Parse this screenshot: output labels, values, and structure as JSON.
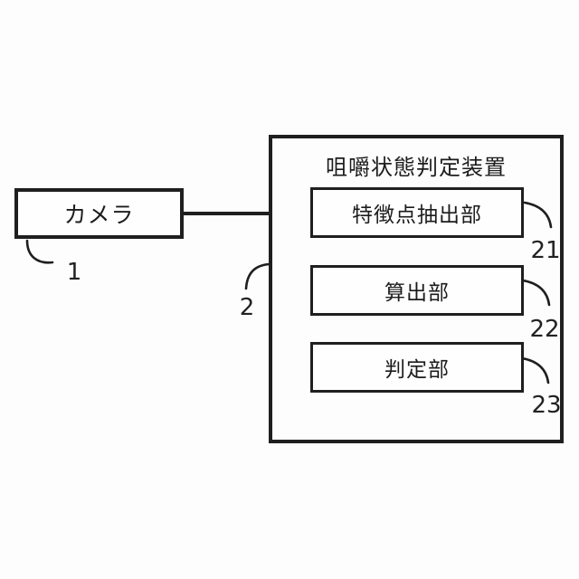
{
  "figure": {
    "background": "#fdfdfd",
    "line_color": "#1f1f1f"
  },
  "camera": {
    "label": "カメラ",
    "ref": "1"
  },
  "device": {
    "title": "咀嚼状態判定装置",
    "ref": "2",
    "modules": [
      {
        "label": "特徴点抽出部",
        "ref": "21"
      },
      {
        "label": "算出部",
        "ref": "22"
      },
      {
        "label": "判定部",
        "ref": "23"
      }
    ]
  }
}
